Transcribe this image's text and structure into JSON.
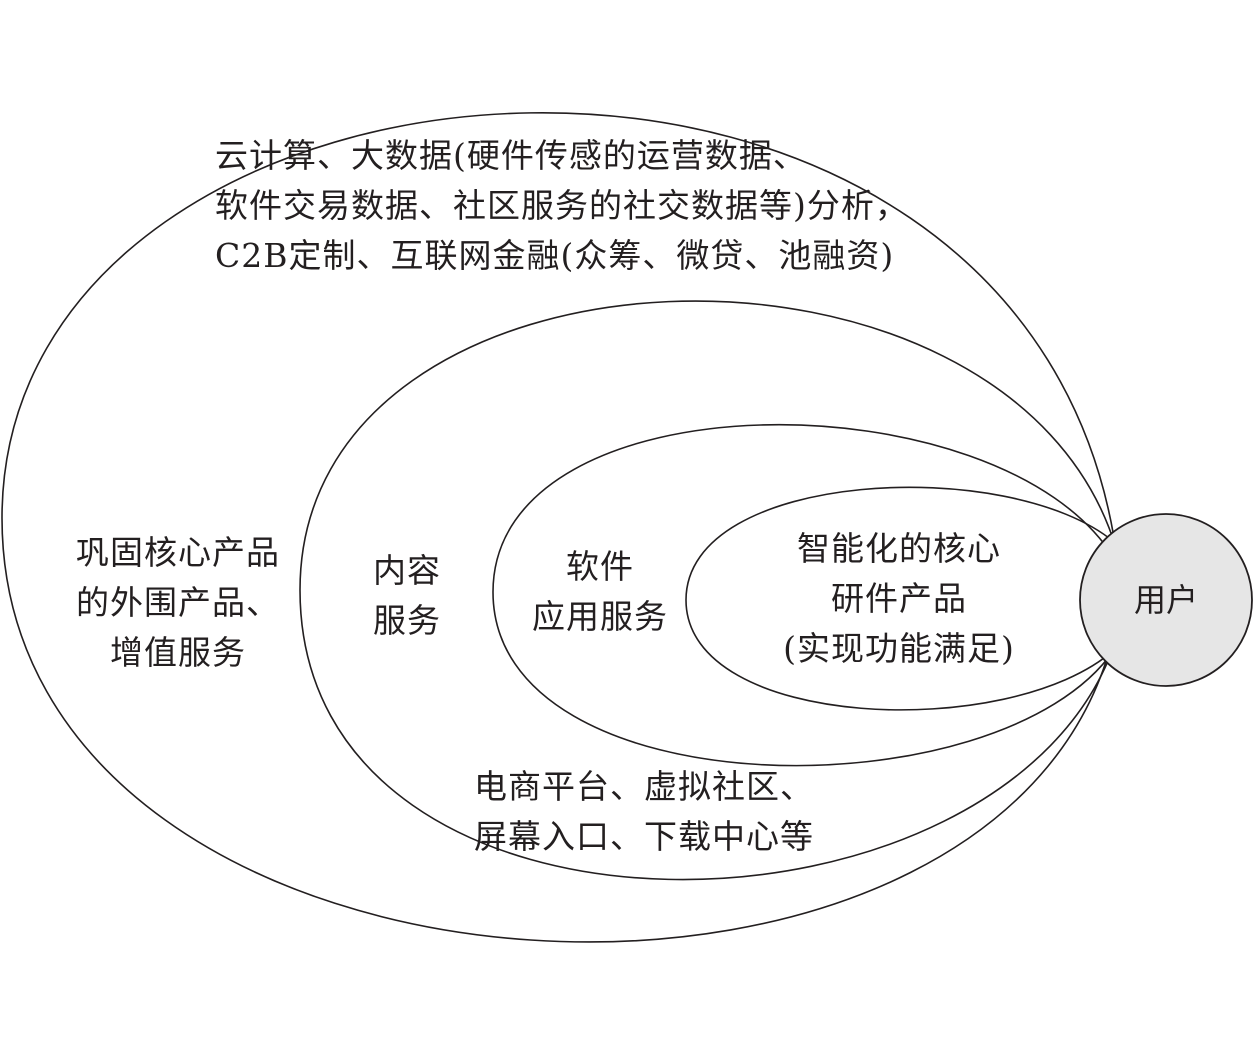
{
  "diagram": {
    "outer_ring": {
      "top_text": [
        "云计算、大数据(硬件传感的运营数据、",
        "软件交易数据、社区服务的社交数据等)分析，",
        "C2B定制、互联网金融(众筹、微贷、池融资)"
      ],
      "side_text": [
        "巩固核心产品",
        "的外围产品、",
        "增值服务"
      ]
    },
    "content_ring": {
      "label": [
        "内容",
        "服务"
      ],
      "examples": [
        "电商平台、虚拟社区、",
        "屏幕入口、下载中心等"
      ]
    },
    "software_ring": {
      "label": [
        "软件",
        "应用服务"
      ]
    },
    "core_ring": {
      "label": [
        "智能化的核心",
        "研件产品",
        "(实现功能满足)"
      ]
    },
    "user_node": {
      "label": "用户",
      "fill": "#e6e6e6"
    }
  }
}
